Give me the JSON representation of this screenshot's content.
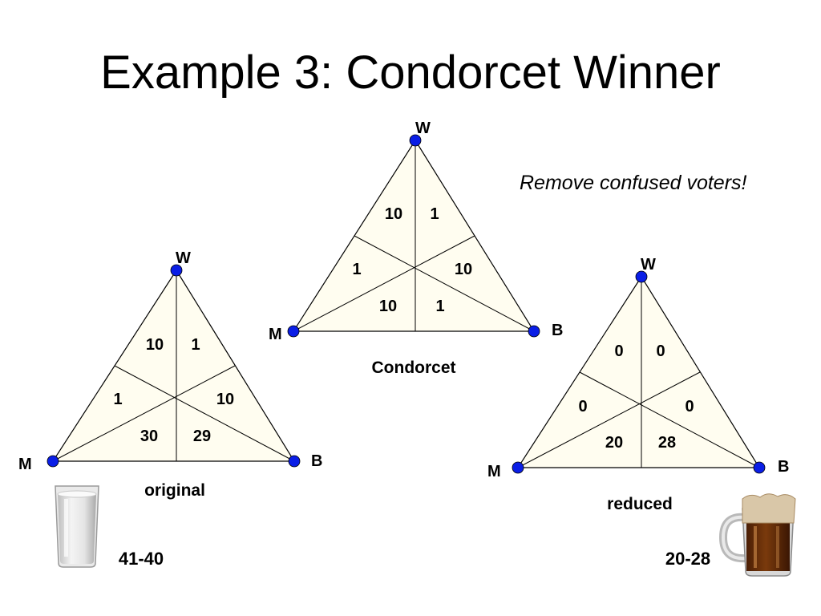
{
  "title": "Example 3: Condorcet Winner",
  "note": "Remove confused voters!",
  "colors": {
    "triangle_fill": "#fffdf0",
    "vertex_dot": "#0a1ee6",
    "line": "#000000"
  },
  "diagrams": [
    {
      "id": "original",
      "caption": "original",
      "vertices": {
        "top": "W",
        "left": "M",
        "right": "B"
      },
      "regions": {
        "top_left": "10",
        "top_right": "1",
        "mid_left": "1",
        "mid_right": "10",
        "bottom_left": "30",
        "bottom_right": "29"
      }
    },
    {
      "id": "condorcet",
      "caption": "Condorcet",
      "vertices": {
        "top": "W",
        "left": "M",
        "right": "B"
      },
      "regions": {
        "top_left": "10",
        "top_right": "1",
        "mid_left": "1",
        "mid_right": "10",
        "bottom_left": "10",
        "bottom_right": "1"
      }
    },
    {
      "id": "reduced",
      "caption": "reduced",
      "vertices": {
        "top": "W",
        "left": "M",
        "right": "B"
      },
      "regions": {
        "top_left": "0",
        "top_right": "0",
        "mid_left": "0",
        "mid_right": "0",
        "bottom_left": "20",
        "bottom_right": "28"
      }
    }
  ],
  "scores": {
    "left": "41-40",
    "right": "20-28"
  },
  "icons": {
    "left": "milk-glass-icon",
    "right": "beer-mug-icon"
  }
}
